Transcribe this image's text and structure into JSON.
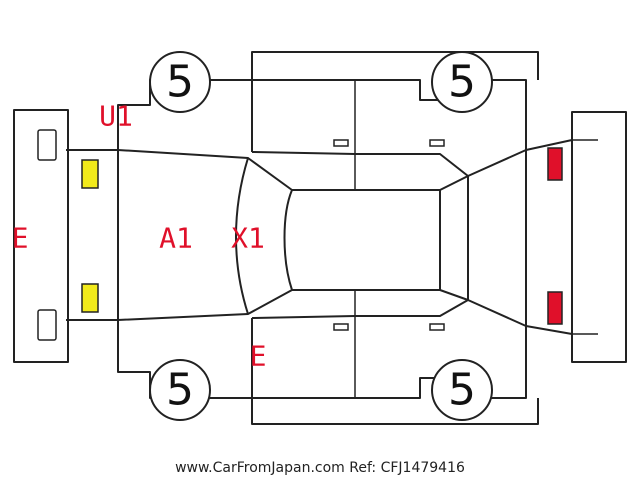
{
  "colors": {
    "outline": "#222222",
    "damage_text": "#e0102a",
    "headlight": "#f2ea1a",
    "taillight": "#e0102a"
  },
  "wheels": {
    "front_left": "5",
    "rear_left": "5",
    "front_right": "5",
    "rear_right": "5"
  },
  "damage_codes": {
    "front_bumper": "E",
    "hood_left": "U1",
    "hood": "A1",
    "windshield": "X1",
    "front_fender_right": "E"
  },
  "footer": {
    "watermark": "www.CarFromJapan.com Ref: CFJ1479416"
  }
}
